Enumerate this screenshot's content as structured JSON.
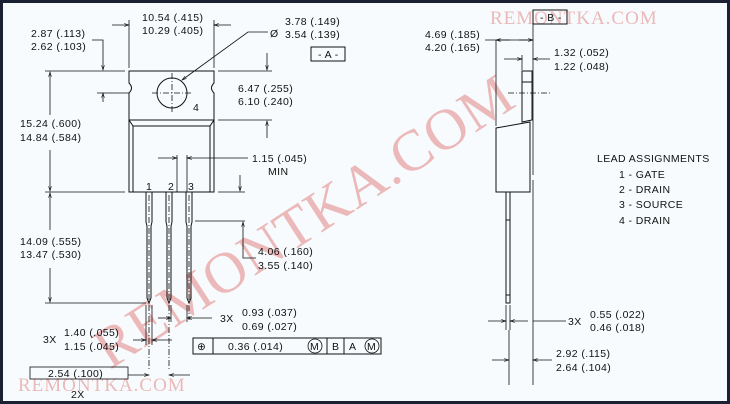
{
  "watermark": "REMONTKA.COM",
  "front_view": {
    "width_max": "10.54 (.415)",
    "width_min": "10.29 (.405)",
    "tab_thk_max": "2.87 (.113)",
    "tab_thk_min": "2.62 (.103)",
    "diameter_symbol": "Ø",
    "hole_max": "3.78 (.149)",
    "hole_min": "3.54 (.139)",
    "datum_a": "- A -",
    "hole_pos_max": "6.47 (.255)",
    "hole_pos_min": "6.10 (.240)",
    "height_max": "15.24 (.600)",
    "height_min": "14.84 (.584)",
    "lead_gap": "1.15 (.045)",
    "lead_gap_note": "MIN",
    "pin_labels": [
      "1",
      "2",
      "3",
      "4"
    ],
    "lead_len_max": "14.09 (.555)",
    "lead_len_min": "13.47 (.530)",
    "shoulder_max": "4.06 (.160)",
    "shoulder_min": "3.55 (.140)",
    "lead_w_qty": "3X",
    "lead_w_max": "0.93 (.037)",
    "lead_w_min": "0.69 (.027)",
    "shoulder_w_qty": "3X",
    "shoulder_w_max": "1.40 (.055)",
    "shoulder_w_min": "1.15 (.045)",
    "pitch": "2.54 (.100)",
    "pitch_qty": "2X",
    "fcf": {
      "symbol": "⊕",
      "tolerance": "0.36  (.014)",
      "modifier": "M",
      "datum1": "B",
      "datum2": "A",
      "datum2_modifier": "M"
    }
  },
  "side_view": {
    "datum_b": "- B -",
    "thk_max": "4.69 (.185)",
    "thk_min": "4.20 (.165)",
    "tab_thk_max": "1.32 (.052)",
    "tab_thk_min": "1.22 (.048)",
    "lead_thk_qty": "3X",
    "lead_thk_max": "0.55 (.022)",
    "lead_thk_min": "0.46 (.018)",
    "offset_max": "2.92 (.115)",
    "offset_min": "2.64 (.104)"
  },
  "lead_assignments": {
    "title": "LEAD ASSIGNMENTS",
    "items": [
      "1 - GATE",
      "2 - DRAIN",
      "3 - SOURCE",
      "4 - DRAIN"
    ]
  }
}
